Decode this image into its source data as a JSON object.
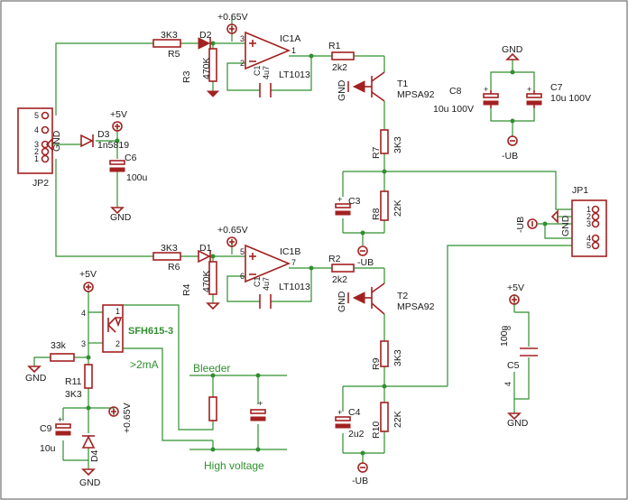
{
  "colors": {
    "wire": "#2f8f2f",
    "part": "#a32121",
    "text": "#1a1a1a",
    "background": "#ffffff"
  },
  "labels": {
    "r5_value": "3K3",
    "r5_name": "R5",
    "r6_value": "3K3",
    "r6_name": "R6",
    "d2": "D2",
    "d1": "D1",
    "r3_name": "R3",
    "r3_value": "470K",
    "r4_name": "R4",
    "r4_value": "470K",
    "ic1a": "IC1A",
    "ic1b": "IC1B",
    "lt1013_a": "LT1013",
    "lt1013_b": "LT1013",
    "c1_a": "4u7",
    "c1_b": "4u7",
    "c1_a_name": "C1",
    "c1_b_name": "C1",
    "pin3": "3",
    "pin2": "2",
    "pin1": "1",
    "pin5": "5",
    "pin6": "6",
    "pin7": "7",
    "vcc_065_top": "+0.65V",
    "vcc_065_mid": "+0.65V",
    "vcc_065_bot": "+0.65V",
    "r1_name": "R1",
    "r1_value": "2k2",
    "r2_name": "R2",
    "r2_value": "2k2",
    "gnd_t1": "GND",
    "gnd_t2": "GND",
    "t1_name": "T1",
    "t1_type": "MPSA92",
    "t2_name": "T2",
    "t2_type": "MPSA92",
    "r7_name": "R7",
    "r7_value": "3K3",
    "r9_name": "R9",
    "r9_value": "3K3",
    "r8_name": "R8",
    "r8_value": "22K",
    "r10_name": "R10",
    "r10_value": "22K",
    "c3": "C3",
    "c4_name": "C4",
    "c4_value": "2u2",
    "ub_mid": "-UB",
    "ub_r2": "-UB",
    "ub_bottom": "-UB",
    "ub_c78": "-UB",
    "ub_jp1": "-UB",
    "gnd_c78": "GND",
    "c8_name": "C8",
    "c8_value": "10u 100V",
    "c7_name": "C7",
    "c7_value": "10u 100V",
    "jp1": "JP1",
    "jp2": "JP2",
    "jp_pins": [
      "1",
      "2",
      "3",
      "4",
      "5"
    ],
    "jp2_pins": [
      "5",
      "4",
      "3",
      "2",
      "1"
    ],
    "gnd_jp2": "GND",
    "gnd_jp1": "GND",
    "d3_name": "D3",
    "d3_value": "1n5819",
    "vcc5_c6": "+5V",
    "c6_name": "C6",
    "c6_value": "100u",
    "gnd_c6": "GND",
    "vcc5_opto": "+5V",
    "opto_name": "SFH615-3",
    "opto_pin1": "1",
    "opto_pin2": "2",
    "opto_pin3": "3",
    "opto_pin4": "4",
    "r33k": "33k",
    "gnd_opto": "GND",
    "r11_name": "R11",
    "r11_value": "3K3",
    "c9_name": "C9",
    "c9_value": "10u",
    "d4": "D4",
    "gnd_d4": "GND",
    "gt2ma": ">2mA",
    "bleeder": "Bleeder",
    "high_voltage": "High voltage",
    "vcc5_c5": "+5V",
    "c5_pin8": "8",
    "c5_pin4": "4",
    "c5_value": "100n",
    "c5_name": "C5",
    "gnd_c5": "GND"
  }
}
